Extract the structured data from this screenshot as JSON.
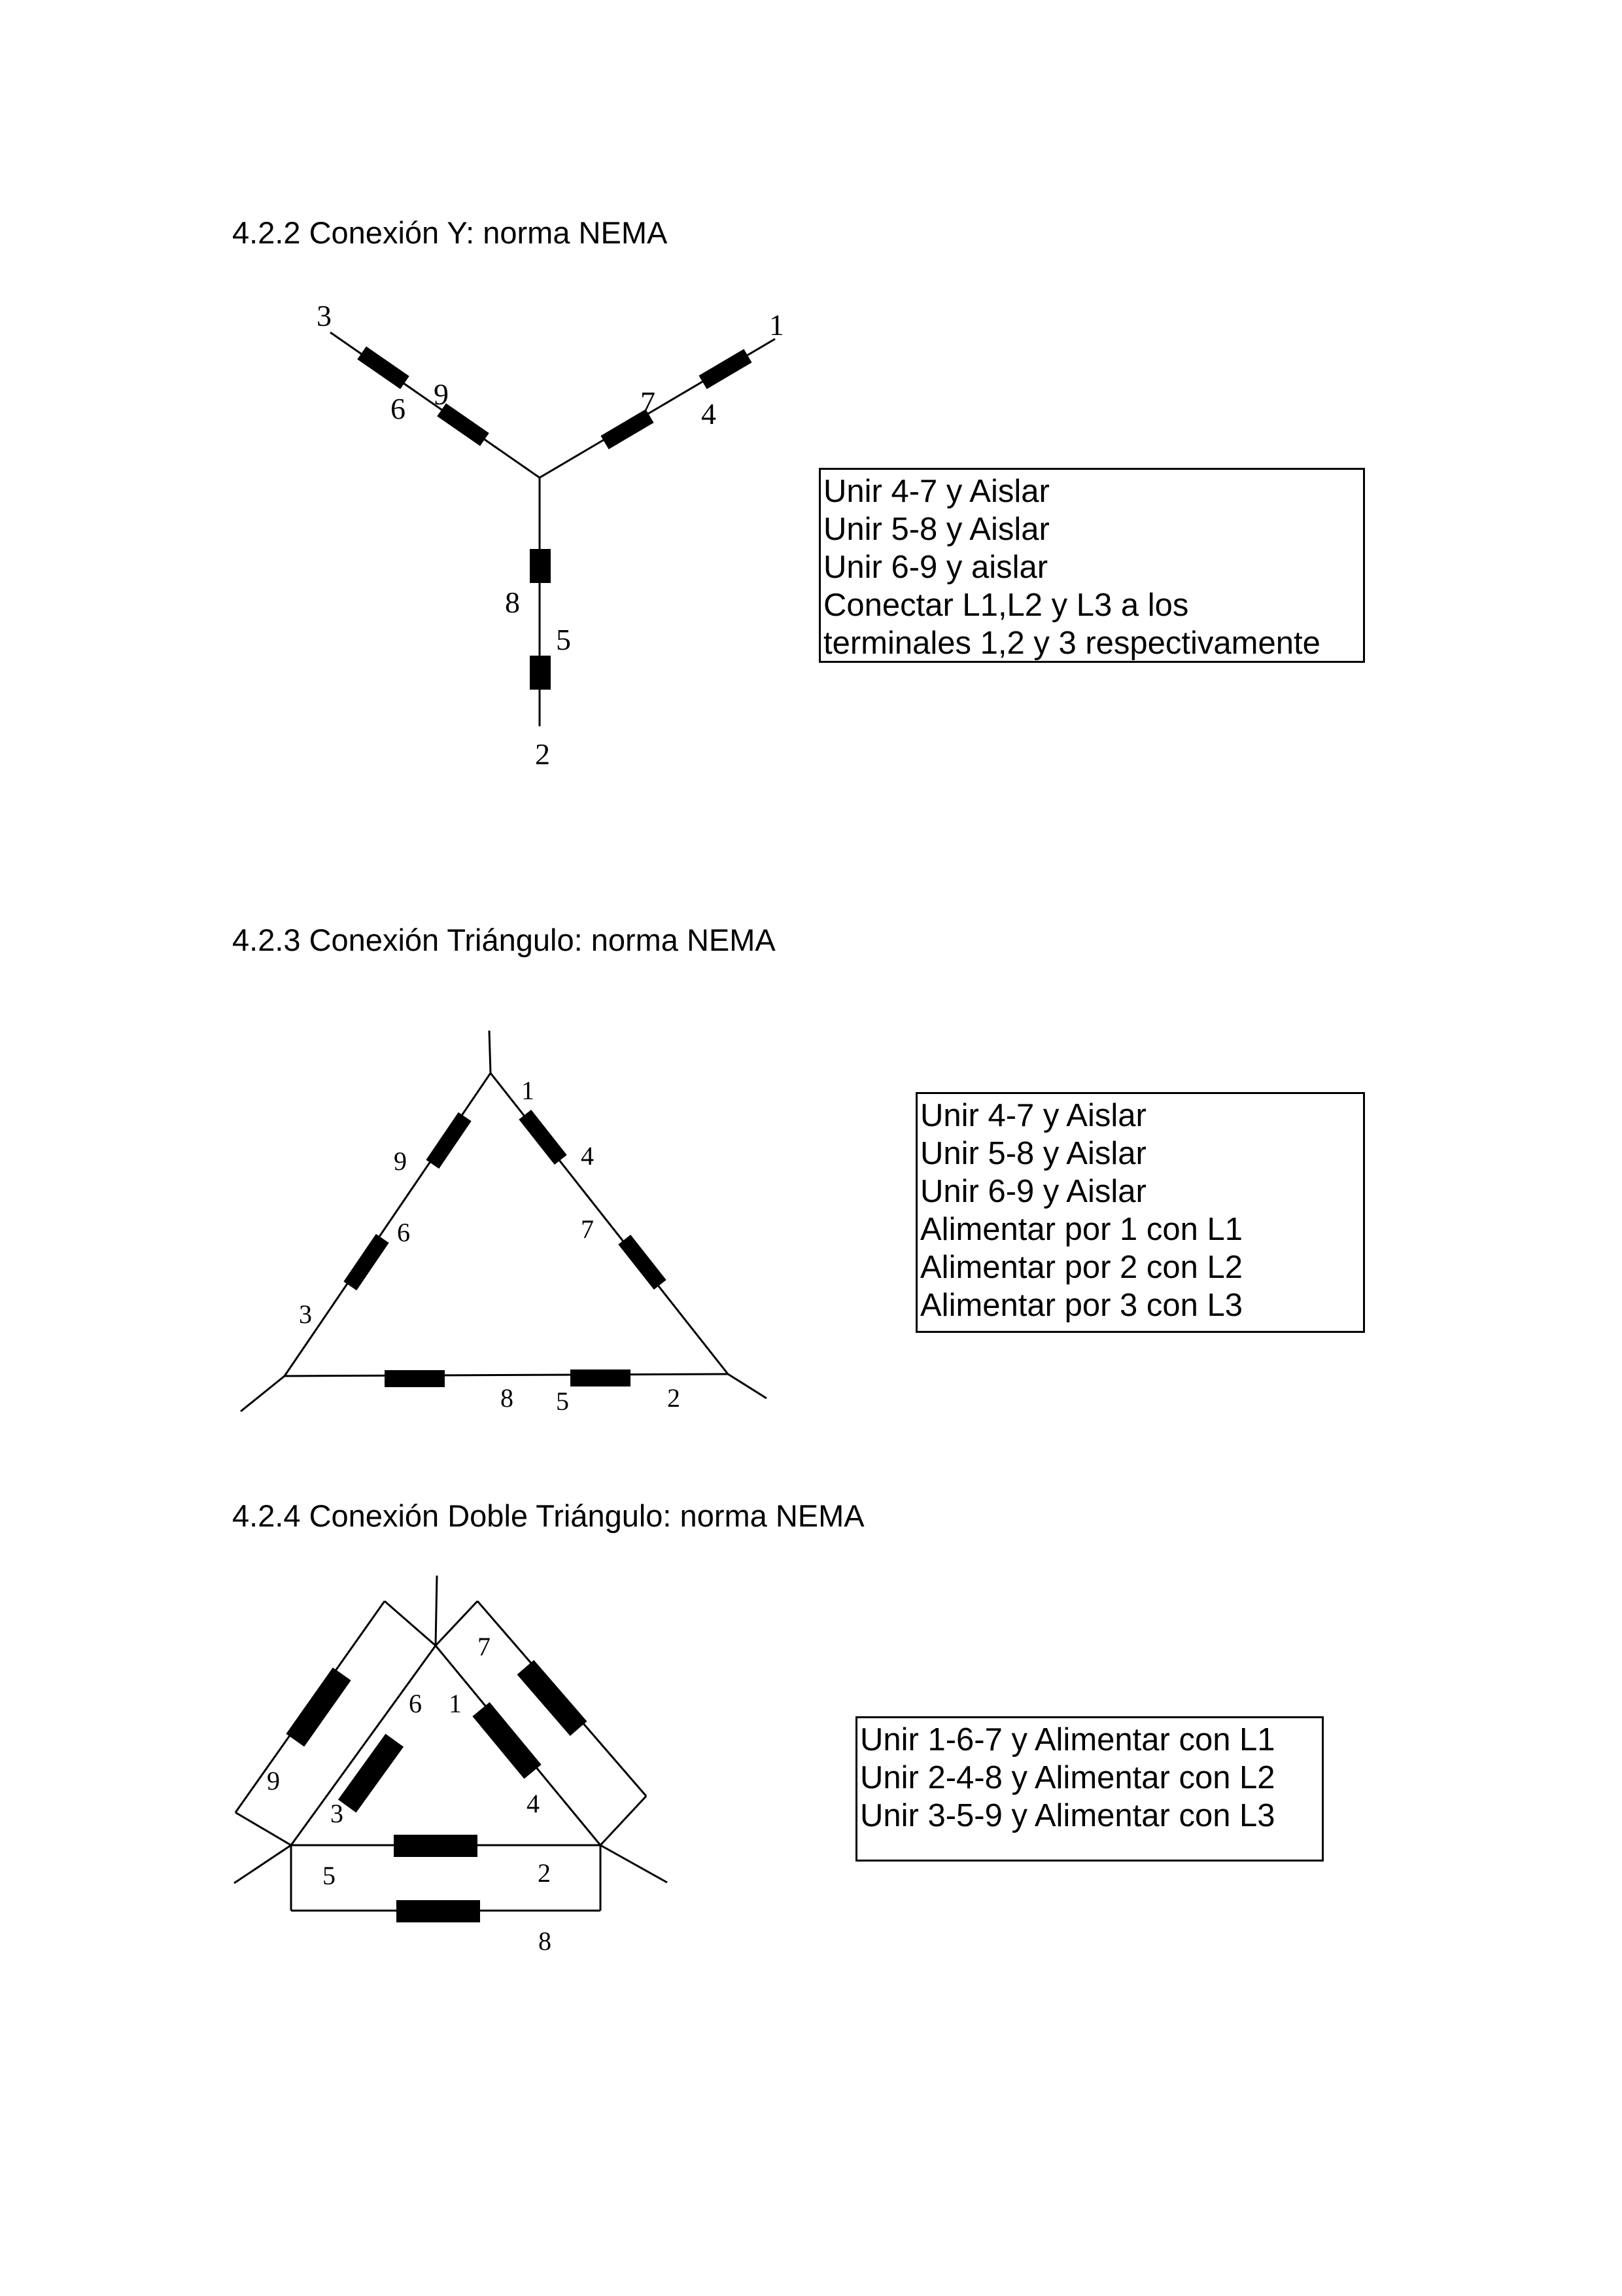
{
  "sections": {
    "wye": {
      "heading": "4.2.2 Conexión Y: norma NEMA",
      "notes": [
        "Unir 4-7 y Aislar",
        "Unir 5-8 y Aislar",
        "Unir 6-9 y aislar",
        "Conectar L1,L2 y L3 a los",
        "terminales 1,2 y 3 respectivamente"
      ],
      "labels": {
        "t1": "1",
        "t2": "2",
        "t3": "3",
        "t4": "4",
        "t5": "5",
        "t6": "6",
        "t7": "7",
        "t8": "8",
        "t9": "9"
      }
    },
    "delta": {
      "heading": "4.2.3 Conexión Triángulo: norma NEMA",
      "notes": [
        "Unir 4-7 y Aislar",
        "Unir 5-8 y Aislar",
        "Unir 6-9 y Aislar",
        "Alimentar por 1 con L1",
        "Alimentar por 2 con L2",
        "Alimentar por 3 con L3"
      ],
      "labels": {
        "t1": "1",
        "t2": "2",
        "t3": "3",
        "t4": "4",
        "t5": "5",
        "t6": "6",
        "t7": "7",
        "t8": "8",
        "t9": "9"
      }
    },
    "double_delta": {
      "heading": "4.2.4 Conexión Doble Triángulo: norma NEMA",
      "notes": [
        "Unir 1-6-7 y Alimentar con L1",
        "Unir 2-4-8 y Alimentar con L2",
        "Unir 3-5-9 y Alimentar con L3"
      ],
      "labels": {
        "t1": "1",
        "t2": "2",
        "t3": "3",
        "t4": "4",
        "t5": "5",
        "t6": "6",
        "t7": "7",
        "t8": "8",
        "t9": "9"
      }
    }
  }
}
